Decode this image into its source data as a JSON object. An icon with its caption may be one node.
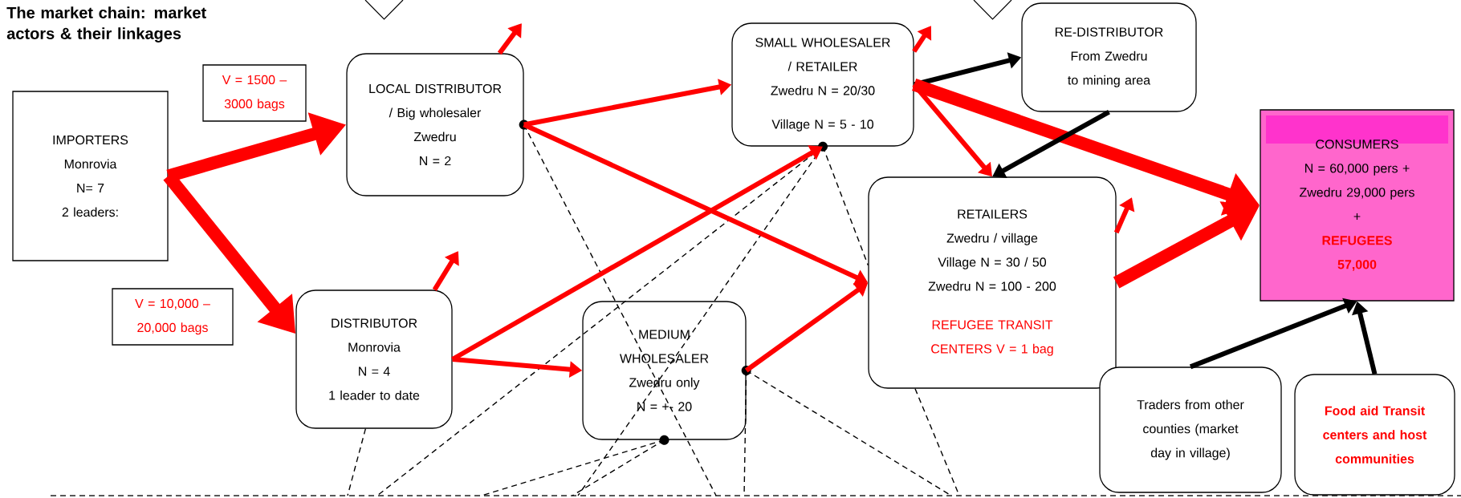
{
  "diagram": {
    "title": "The market chain: market actors & their linkages",
    "nodes": [
      {
        "text": [
          "IMPORTERS",
          "Monrovia",
          "N= 7",
          "2 leaders:"
        ]
      },
      {
        "text": [
          "V = 1500 – 3000 bags"
        ]
      },
      {
        "text": [
          "LOCAL DISTRIBUTOR / Big wholesaler",
          "Zwedru",
          "N = 2"
        ]
      },
      {
        "text": [
          "SMALL WHOLESALER / RETAILER",
          "Zwedru N = 20/30",
          "Village N = 5 - 10"
        ]
      },
      {
        "text": [
          "RE-DISTRIBUTOR",
          "From Zwedru to mining area"
        ]
      },
      {
        "text": [
          "CONSUMERS",
          "N = 60,000 pers +",
          "Zwedru 29,000 pers",
          "+",
          "REFUGEES",
          "57,000"
        ]
      },
      {
        "text": [
          "V = 10,000 – 20,000 bags"
        ]
      },
      {
        "text": [
          "DISTRIBUTOR",
          "Monrovia",
          "N = 4",
          "1 leader to date"
        ]
      },
      {
        "text": [
          "MEDIUM WHOLESALER",
          "Zwedru only",
          "N = +- 20"
        ]
      },
      {
        "text": [
          "RETAILERS",
          "Zwedru / village",
          "Village N = 30 / 50",
          "Zwedru N = 100 - 200",
          "REFUGEE TRANSIT CENTERS V = 1 bag"
        ]
      },
      {
        "text": [
          "Traders from other counties (market day in village)"
        ]
      },
      {
        "text": [
          "Food aid Transit centers and host communities"
        ]
      }
    ],
    "edges": [
      {
        "from": 0,
        "to": 2,
        "arrow": "to",
        "style": "thick"
      },
      {
        "from": 0,
        "to": 7,
        "arrow": "to",
        "style": "thick"
      },
      {
        "from": 2,
        "to": 3,
        "arrow": "to"
      },
      {
        "from": 2,
        "to": 9,
        "arrow": "to"
      },
      {
        "from": 7,
        "to": 3,
        "arrow": "to"
      },
      {
        "from": 7,
        "to": 8,
        "arrow": "to"
      },
      {
        "from": 8,
        "to": 9,
        "arrow": "to"
      },
      {
        "from": 3,
        "to": 4,
        "arrow": "to",
        "color": "#000000"
      },
      {
        "from": 3,
        "to": 9,
        "arrow": "to"
      },
      {
        "from": 3,
        "to": 5,
        "arrow": "to",
        "style": "thick"
      },
      {
        "from": 4,
        "to": 9,
        "arrow": "to",
        "color": "#000000"
      },
      {
        "from": 9,
        "to": 5,
        "arrow": "to",
        "style": "thick"
      },
      {
        "from": 10,
        "to": 5,
        "arrow": "to",
        "color": "#000000"
      },
      {
        "from": 11,
        "to": 5,
        "arrow": "to",
        "color": "#000000"
      },
      {
        "from": 2,
        "to": null,
        "arrow": "to"
      },
      {
        "from": 3,
        "to": null,
        "arrow": "to"
      },
      {
        "from": 7,
        "to": null,
        "arrow": "to"
      },
      {
        "from": 9,
        "to": null,
        "arrow": "to"
      },
      {
        "from": 2,
        "to": null,
        "arrow": "none",
        "style": "dashed",
        "color": "#000000"
      },
      {
        "from": 3,
        "to": null,
        "arrow": "none",
        "style": "dashed",
        "color": "#000000"
      },
      {
        "from": 3,
        "to": null,
        "arrow": "none",
        "style": "dashed",
        "color": "#000000"
      },
      {
        "from": 3,
        "to": 9,
        "arrow": "none",
        "style": "dashed",
        "color": "#000000"
      },
      {
        "from": 7,
        "to": null,
        "arrow": "none",
        "style": "dashed",
        "color": "#000000"
      },
      {
        "from": 8,
        "to": null,
        "arrow": "none",
        "style": "dashed",
        "color": "#000000"
      },
      {
        "from": 8,
        "to": null,
        "arrow": "none",
        "style": "dashed",
        "color": "#000000"
      },
      {
        "from": 8,
        "to": null,
        "arrow": "none",
        "style": "dashed",
        "color": "#000000"
      },
      {
        "from": 8,
        "to": null,
        "arrow": "none",
        "style": "dashed",
        "color": "#000000"
      },
      {
        "from": 9,
        "to": null,
        "arrow": "none",
        "style": "dashed",
        "color": "#000000"
      }
    ]
  }
}
